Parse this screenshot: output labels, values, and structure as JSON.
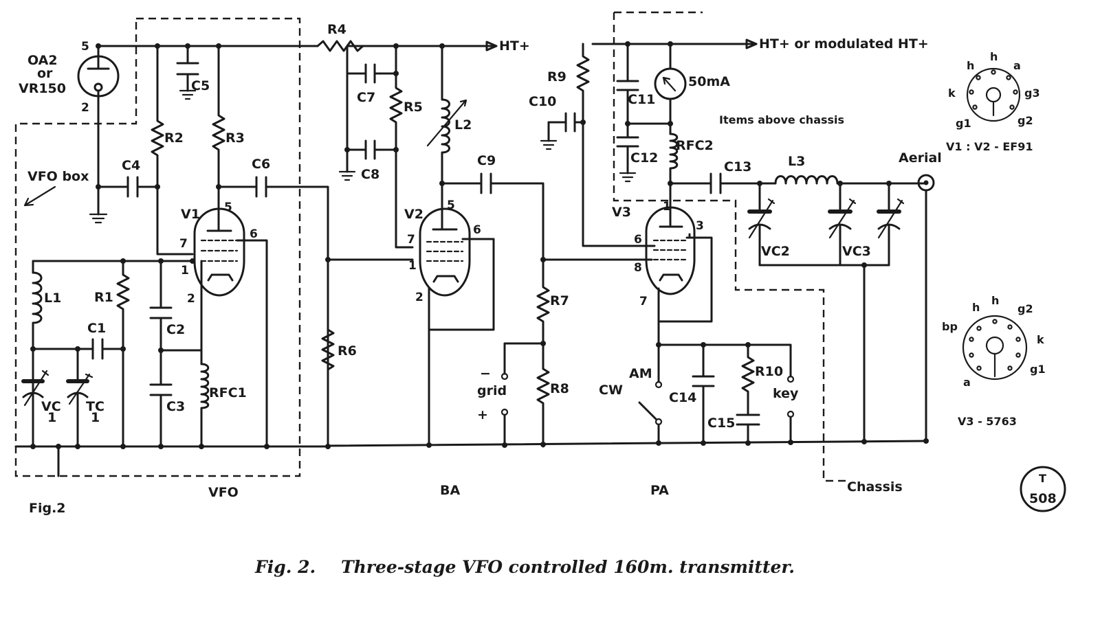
{
  "labels": {
    "oa2": "OA2",
    "or": "or",
    "vr150": "VR150",
    "pin5a": "5",
    "pin2a": "2",
    "r4": "R4",
    "ht_plus": "HT+",
    "ht_mod": "HT+ or modulated HT+",
    "c5": "C5",
    "r2": "R2",
    "r3": "R3",
    "c4": "C4",
    "c6": "C6",
    "vfo_box": "VFO box",
    "v1": "V1",
    "v1_p5": "5",
    "v1_p6": "6",
    "v1_p7": "7",
    "v1_p1": "1",
    "v1_p2": "2",
    "l1": "L1",
    "r1": "R1",
    "c1": "C1",
    "c2": "C2",
    "c3": "C3",
    "rfc1": "RFC1",
    "vc1a": "VC",
    "vc1b": "1",
    "tc1a": "TC",
    "tc1b": "1",
    "r6": "R6",
    "c7": "C7",
    "r5": "R5",
    "c8": "C8",
    "l2": "L2",
    "c9": "C9",
    "v2": "V2",
    "v2_p5": "5",
    "v2_p6": "6",
    "v2_p7": "7",
    "v2_p1": "1",
    "v2_p2": "2",
    "r7": "R7",
    "r8": "R8",
    "grid_minus": "−",
    "grid": "grid",
    "grid_plus": "+",
    "r9": "R9",
    "c10": "C10",
    "c11": "C11",
    "c12": "C12",
    "meter": "50mA",
    "rfc2": "RFC2",
    "items_above": "Items above chassis",
    "c13": "C13",
    "l3": "L3",
    "aerial": "Aerial",
    "vc2": "VC2",
    "vc3": "VC3",
    "v3": "V3",
    "v3_p1": "1",
    "v3_p3": "3",
    "v3_p6": "6",
    "v3_p8": "8",
    "v3_p7": "7",
    "am": "AM",
    "cw": "CW",
    "c14": "C14",
    "r10": "R10",
    "c15": "C15",
    "key": "key",
    "vfo": "VFO",
    "ba": "BA",
    "pa": "PA",
    "chassis": "Chassis",
    "fig2": "Fig.2",
    "b1_h1": "h",
    "b1_h2": "h",
    "b1_a": "a",
    "b1_k": "k",
    "b1_g3": "g3",
    "b1_g1": "g1",
    "b1_g2": "g2",
    "b1_caption": "V1 : V2 - EF91",
    "b2_h1": "h",
    "b2_h2": "h",
    "b2_g2": "g2",
    "b2_bp": "bp",
    "b2_k": "k",
    "b2_g1": "g1",
    "b2_a": "a",
    "b2_caption": "V3 - 5763",
    "stamp_t": "T",
    "stamp_num": "508"
  },
  "caption": {
    "fig": "Fig. 2.",
    "title": "Three-stage VFO controlled 160m. transmitter."
  }
}
